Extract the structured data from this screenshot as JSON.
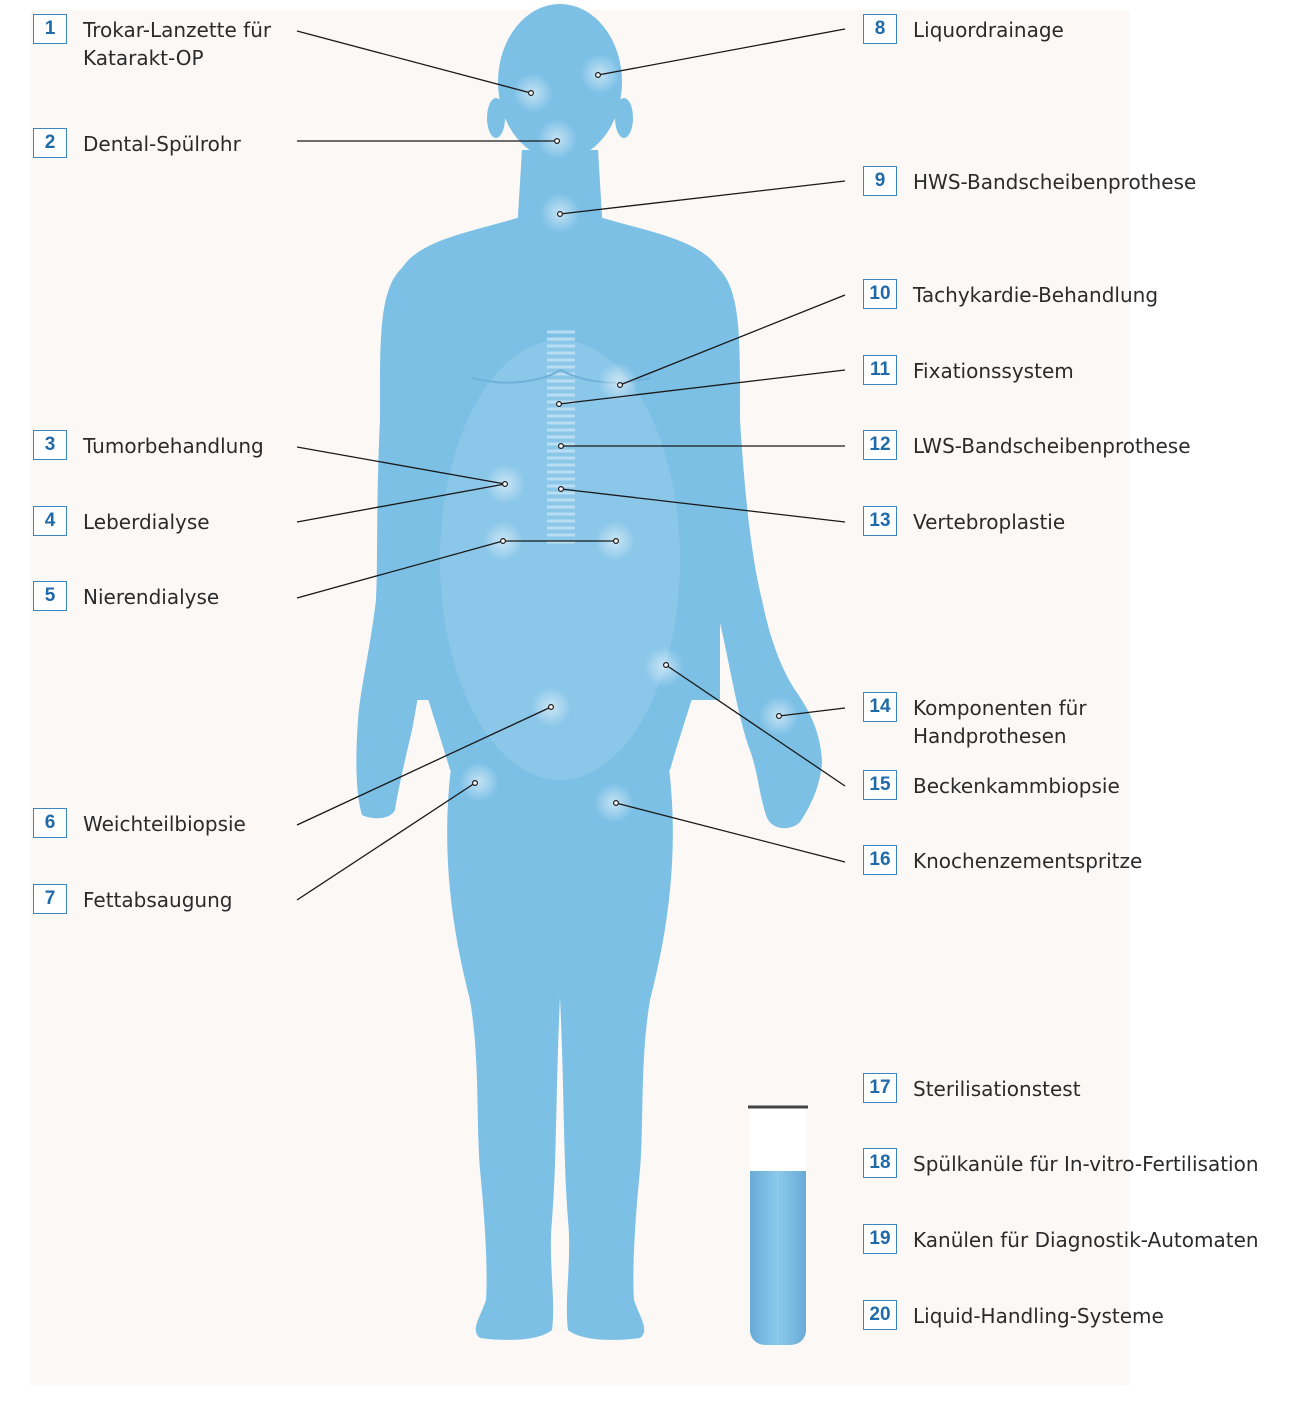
{
  "colors": {
    "body": "#7cc0e6",
    "accent": "#3a86c2",
    "number": "#1f6aa8",
    "text": "#2b2b2b",
    "leader_line": "#1a1a1a",
    "background": "#fbf8f6"
  },
  "callouts": [
    {
      "number": "1",
      "label": "Trokar-Lanzette für\nKatarakt-OP"
    },
    {
      "number": "2",
      "label": "Dental-Spülrohr"
    },
    {
      "number": "3",
      "label": "Tumorbehandlung"
    },
    {
      "number": "4",
      "label": "Leberdialyse"
    },
    {
      "number": "5",
      "label": "Nierendialyse"
    },
    {
      "number": "6",
      "label": "Weichteilbiopsie"
    },
    {
      "number": "7",
      "label": "Fettabsaugung"
    },
    {
      "number": "8",
      "label": "Liquordrainage"
    },
    {
      "number": "9",
      "label": "HWS-Bandscheibenprothese"
    },
    {
      "number": "10",
      "label": "Tachykardie-Behandlung"
    },
    {
      "number": "11",
      "label": "Fixationssystem"
    },
    {
      "number": "12",
      "label": "LWS-Bandscheibenprothese"
    },
    {
      "number": "13",
      "label": "Vertebroplastie"
    },
    {
      "number": "14",
      "label": "Komponenten für\nHandprothesen"
    },
    {
      "number": "15",
      "label": "Beckenkammbiopsie"
    },
    {
      "number": "16",
      "label": "Knochenzementspritze"
    },
    {
      "number": "17",
      "label": "Sterilisationstest"
    },
    {
      "number": "18",
      "label": "Spülkanüle für In-vitro-Fertilisation"
    },
    {
      "number": "19",
      "label": "Kanülen für Diagnostik-Automaten"
    },
    {
      "number": "20",
      "label": "Liquid-Handling-Systeme"
    }
  ]
}
